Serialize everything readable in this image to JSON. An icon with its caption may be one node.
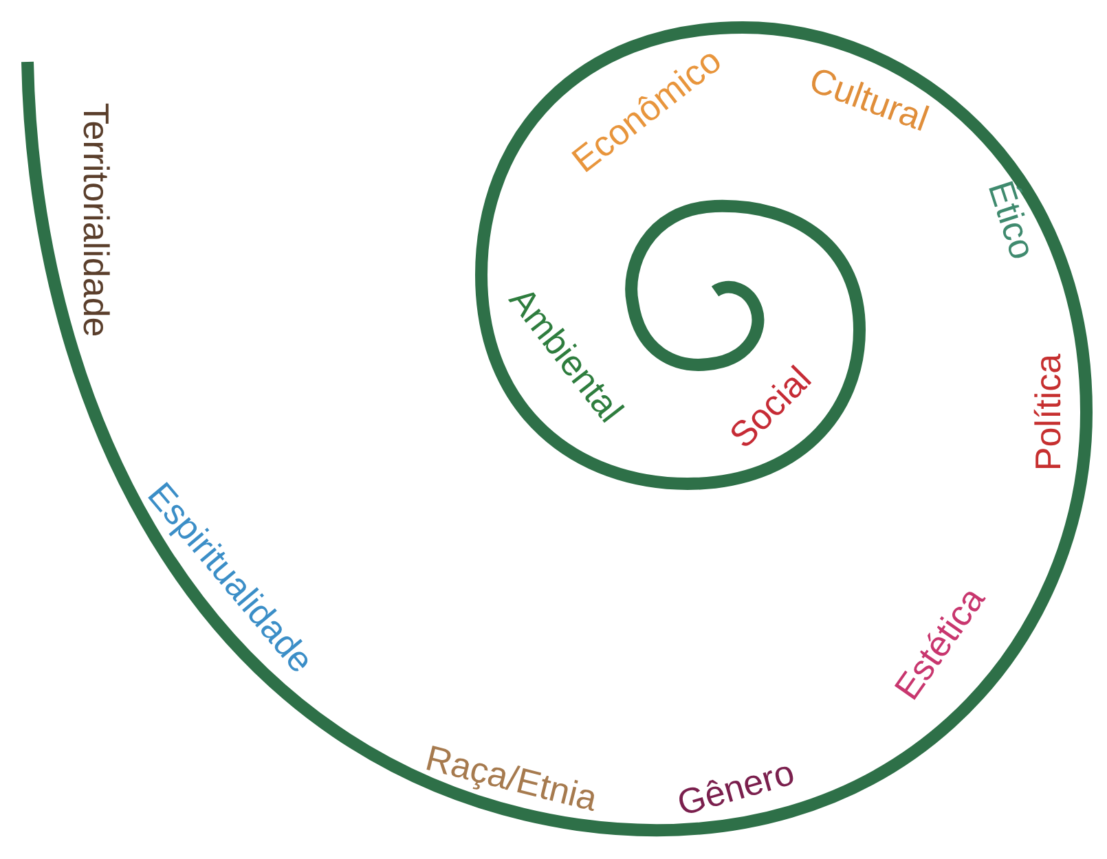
{
  "diagram": {
    "labels": [
      "Territorialidade",
      "Espiritualidade",
      "Raça/Etnia",
      "Gênero",
      "Estética",
      "Política",
      "Ético",
      "Cultural",
      "Econômico",
      "Ambiental",
      "Social"
    ]
  }
}
